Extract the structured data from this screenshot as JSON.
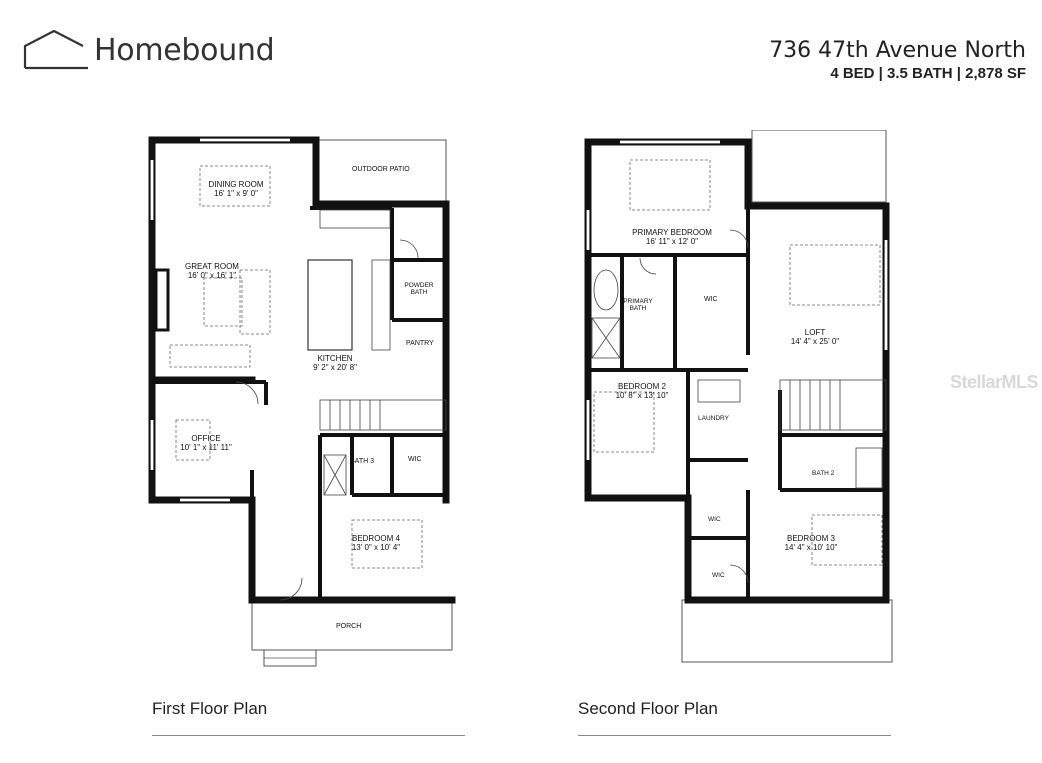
{
  "brand": {
    "name": "Homebound"
  },
  "listing": {
    "address": "736 47th Avenue North",
    "specs": "4 BED | 3.5 BATH | 2,878 SF"
  },
  "watermark": "StellarMLS",
  "first_floor": {
    "caption": "First Floor Plan",
    "rooms": {
      "outdoor_patio": {
        "name": "OUTDOOR PATIO"
      },
      "dining_room": {
        "name": "DINING ROOM",
        "dims": "16' 1\" x 9' 0\""
      },
      "great_room": {
        "name": "GREAT ROOM",
        "dims": "16' 0\" x 16' 1\""
      },
      "powder_bath": {
        "name": "POWDER",
        "name2": "BATH"
      },
      "pantry": {
        "name": "PANTRY"
      },
      "kitchen": {
        "name": "KITCHEN",
        "dims": "9' 2\" x 20' 8\""
      },
      "office": {
        "name": "OFFICE",
        "dims": "10' 1\" x 11' 11\""
      },
      "bath_3": {
        "name": "BATH 3"
      },
      "wic": {
        "name": "WIC"
      },
      "bedroom_4": {
        "name": "BEDROOM 4",
        "dims": "13' 0\" x 10' 4\""
      },
      "porch": {
        "name": "PORCH"
      }
    }
  },
  "second_floor": {
    "caption": "Second Floor Plan",
    "rooms": {
      "primary_bedroom": {
        "name": "PRIMARY BEDROOM",
        "dims": "16' 11\" x 12' 0\""
      },
      "primary_bath": {
        "name": "PRIMARY",
        "name2": "BATH"
      },
      "primary_wic": {
        "name": "WIC"
      },
      "loft": {
        "name": "LOFT",
        "dims": "14' 4\" x 25' 0\""
      },
      "bedroom_2": {
        "name": "BEDROOM 2",
        "dims": "10' 8\" x 13' 10\""
      },
      "laundry": {
        "name": "LAUNDRY"
      },
      "bath_2": {
        "name": "BATH 2"
      },
      "wic_a": {
        "name": "WIC"
      },
      "wic_b": {
        "name": "WIC"
      },
      "bedroom_3": {
        "name": "BEDROOM 3",
        "dims": "14' 4\" x 10' 10\""
      }
    }
  }
}
